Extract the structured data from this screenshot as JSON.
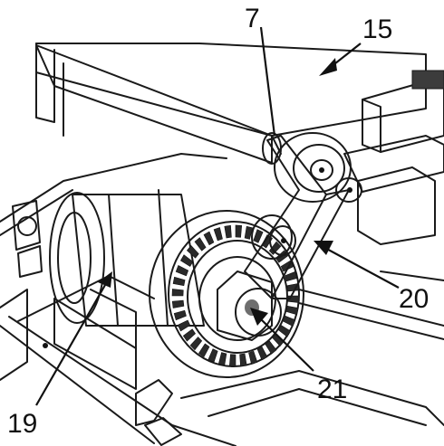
{
  "figure": {
    "callouts": [
      {
        "id": "part-7",
        "text": "7"
      },
      {
        "id": "part-15",
        "text": "15"
      },
      {
        "id": "part-19",
        "text": "19"
      },
      {
        "id": "part-20",
        "text": "20"
      },
      {
        "id": "part-21",
        "text": "21"
      }
    ],
    "colors": {
      "outline": "#1a1a1a",
      "frame_fill": "#f2f2f2",
      "roller_dark": "#8a8a8a",
      "roller_mid": "#bdbdbd",
      "pulley_fill": "#e3e3e3",
      "block_dark": "#262626",
      "shaft_dark": "#3a3a3a"
    }
  }
}
